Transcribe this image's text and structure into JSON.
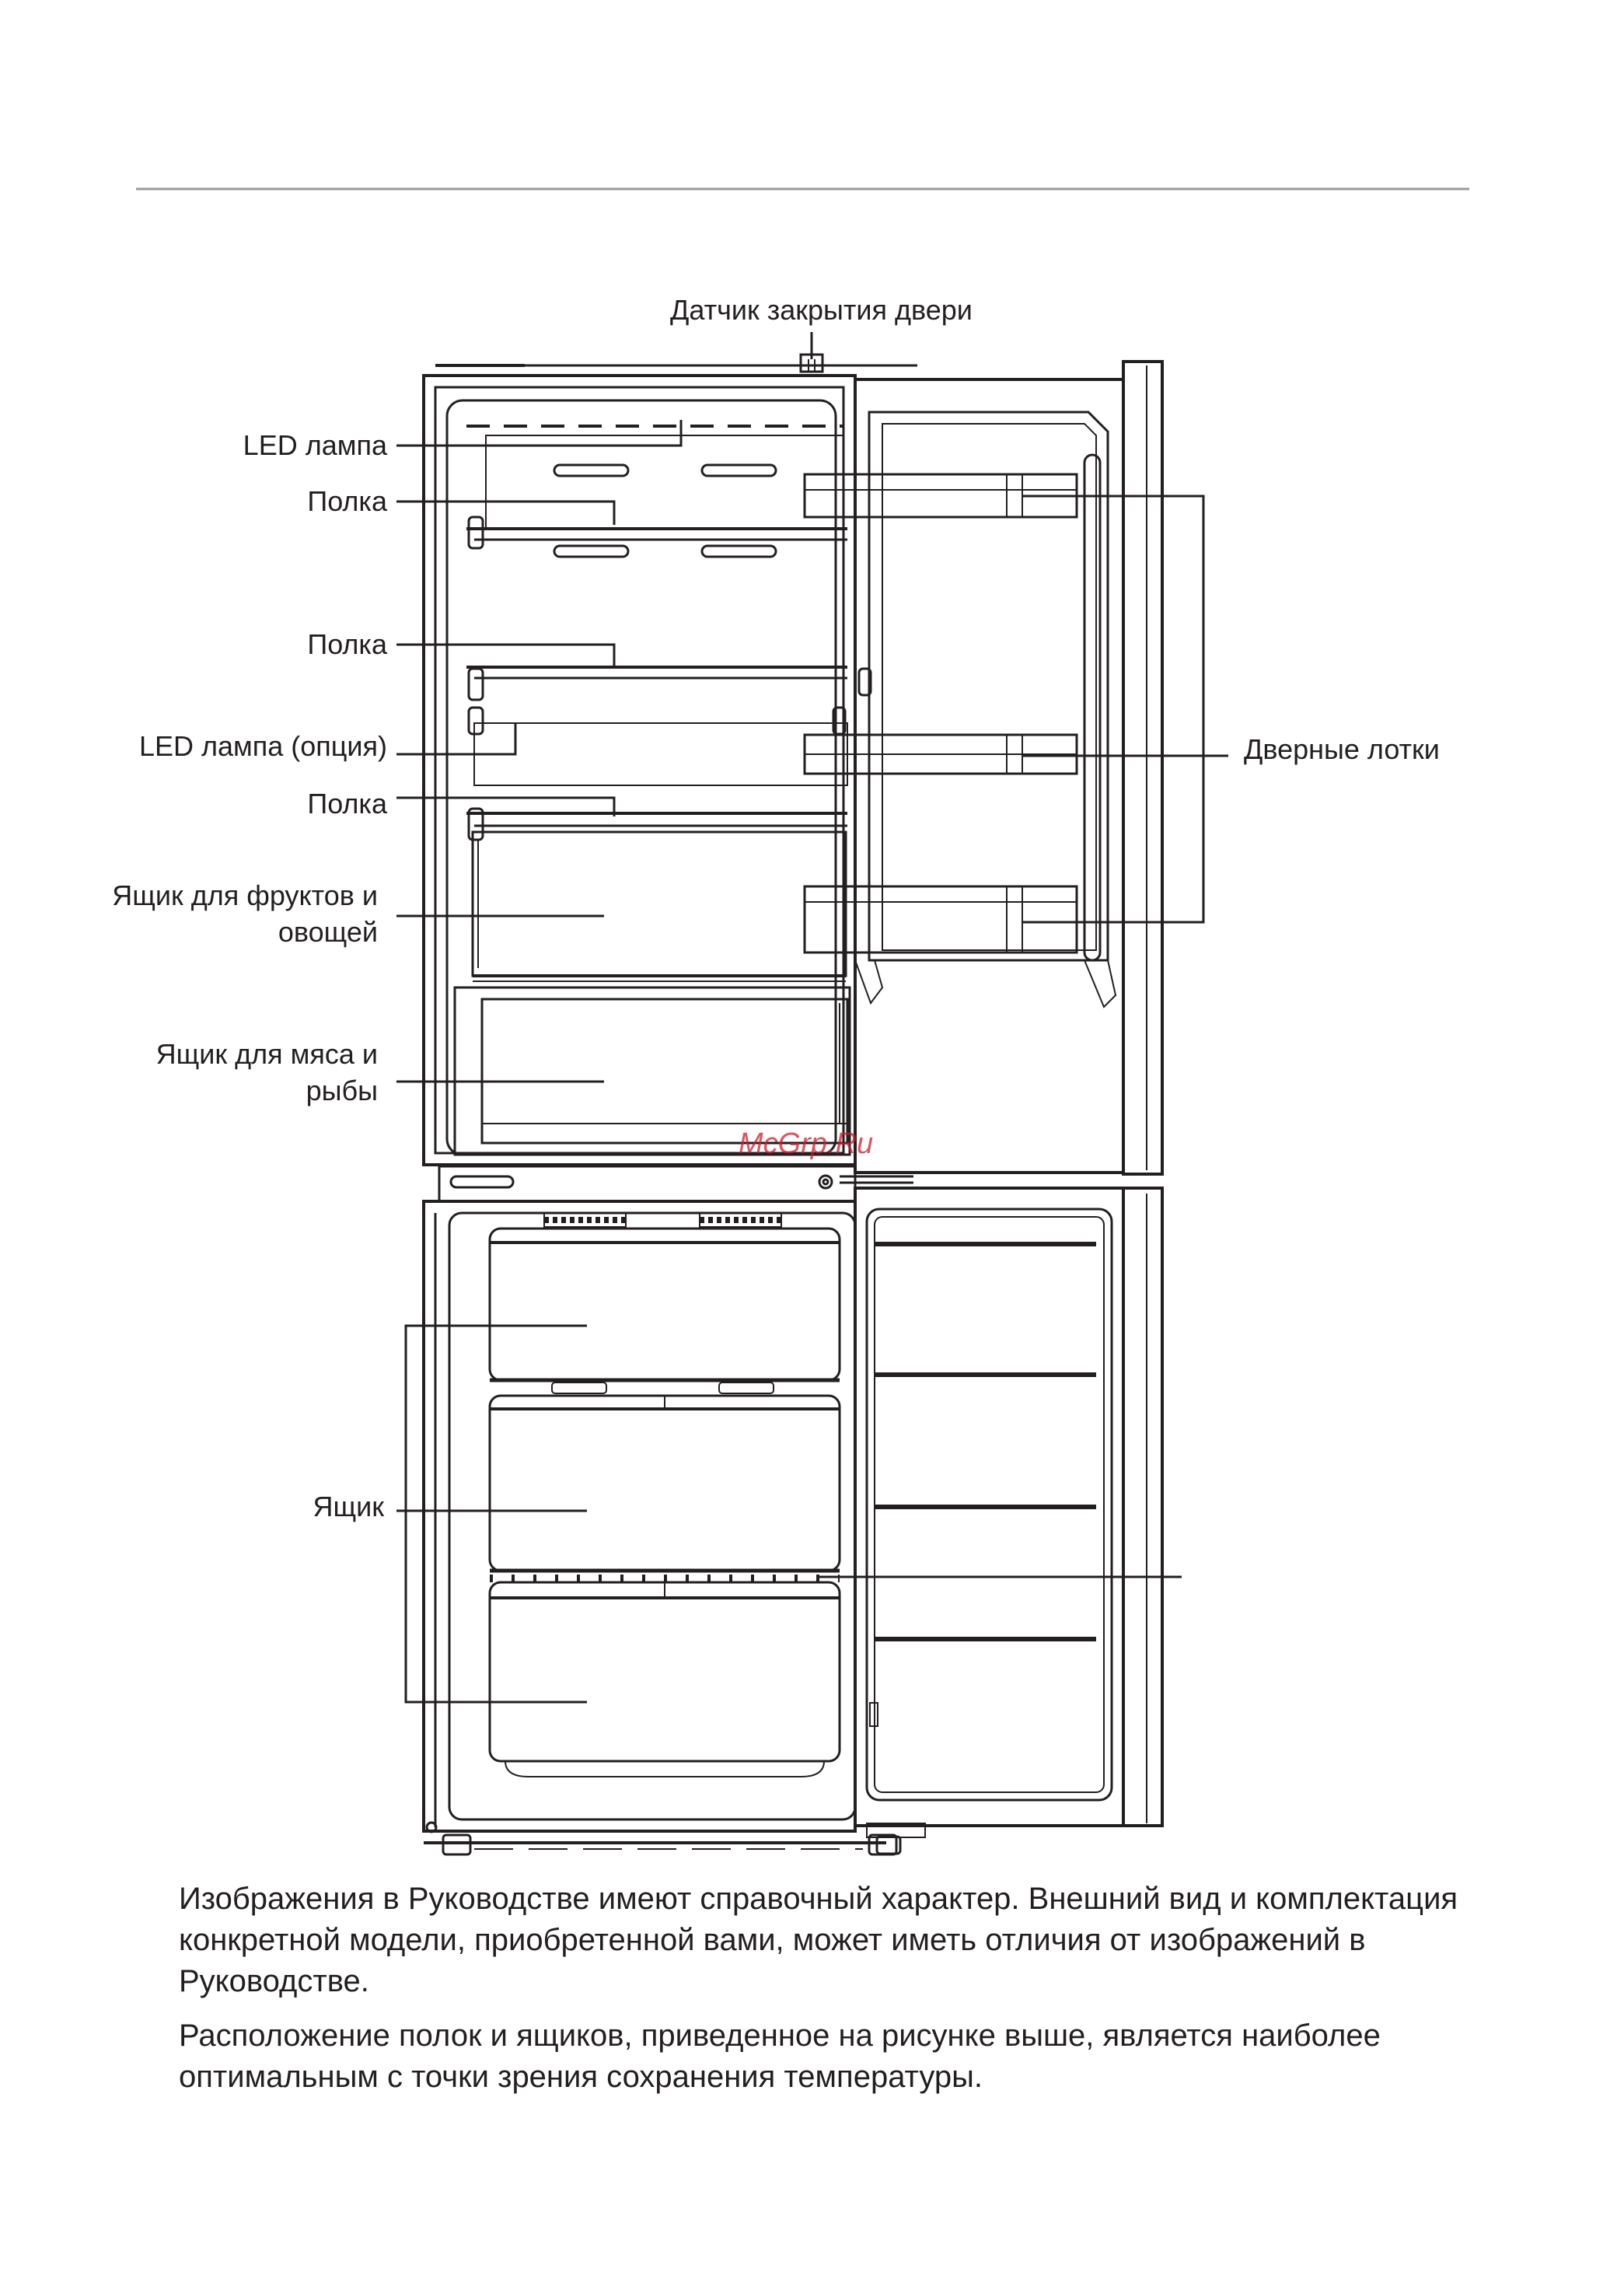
{
  "labels": {
    "door_sensor": "Датчик закрытия двери",
    "led_lamp": "LED лампа",
    "shelf_1": "Полка",
    "shelf_2": "Полка",
    "led_lamp_option": "LED лампа (опция)",
    "shelf_3": "Полка",
    "fruit_drawer_line1": "Ящик для фруктов и",
    "fruit_drawer_line2": "овощей",
    "meat_drawer_line1": "Ящик для мяса и",
    "meat_drawer_line2": "рыбы",
    "drawer": "Ящик",
    "door_trays": "Дверные лотки"
  },
  "watermark": "McGrp.Ru",
  "notes": {
    "paragraph_1": "Изображения в Руководстве имеют справочный характер. Внешний вид и комплектация конкретной модели, приобретенной вами, может иметь отличия от изображений в Руководстве.",
    "paragraph_2": "Расположение полок и ящиков, приведенное на рисунке выше, является наиболее оптимальным с точки зрения сохранения температуры."
  },
  "colors": {
    "line": "#231f20",
    "watermark": "#d11b2a"
  }
}
